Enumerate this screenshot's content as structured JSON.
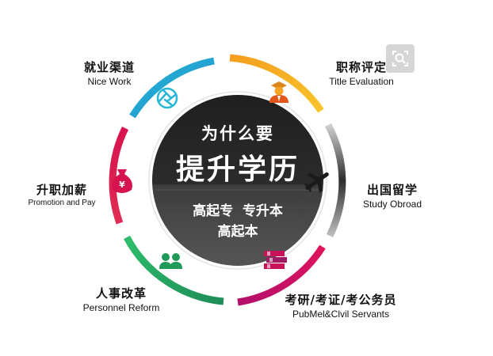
{
  "center": {
    "line1": "为什么要",
    "line2": "提升学历",
    "line3": "高起专  专升本",
    "line4": "高起本"
  },
  "items": [
    {
      "key": "nice_work",
      "cn": "就业渠道",
      "en": "Nice Work",
      "color": "#27b6d8",
      "icon": "camera-shutter-icon"
    },
    {
      "key": "title_eval",
      "cn": "职称评定",
      "en": "Title Evaluation",
      "color": "#f5a425",
      "icon": "graduate-person-icon"
    },
    {
      "key": "study",
      "cn": "出国留学",
      "en": "Study Obroad",
      "color": "#3b3b3b",
      "icon": "airplane-icon"
    },
    {
      "key": "exam",
      "cn": "考研/考证/考公务员",
      "en": "PubMel&Clvil Servants",
      "color": "#d7134f",
      "icon": "books-icon"
    },
    {
      "key": "personnel",
      "cn": "人事改革",
      "en": "Personnel Reform",
      "color": "#24a262",
      "icon": "people-icon"
    },
    {
      "key": "promotion",
      "cn": "升职加薪",
      "en": "Promotion and Pay",
      "color": "#d7134f",
      "icon": "money-bag-icon"
    }
  ],
  "colors": {
    "center_top": "#222222",
    "center_bottom": "#4a4a4a",
    "ring_gray": "#d0d0d0"
  }
}
